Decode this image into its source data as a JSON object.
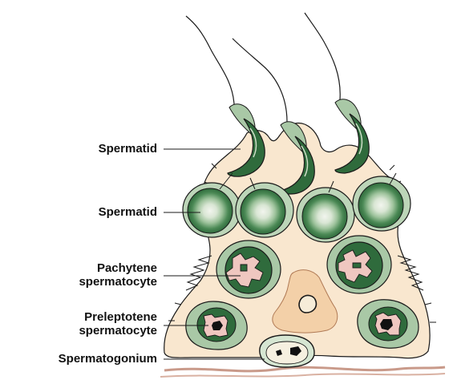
{
  "labels": {
    "spermatid_elongated": "Spermatid",
    "spermatid_round": "Spermatid",
    "pachytene": [
      "Pachytene",
      "spermatocyte"
    ],
    "preleptotene": [
      "Preleptotene",
      "spermatocyte"
    ],
    "spermatogonium": "Spermatogonium"
  },
  "colors": {
    "sertoli_cytoplasm": "#f9e7cf",
    "cell_dark_green": "#2f6b3c",
    "cell_light_green": "#a9c8a6",
    "cell_pale_green": "#d6e6d2",
    "nucleus_pink": "#efc7c0",
    "residual_tan": "#f3d0a8",
    "basement_membrane": "#c99a8a",
    "outline": "#1a1a1a"
  }
}
